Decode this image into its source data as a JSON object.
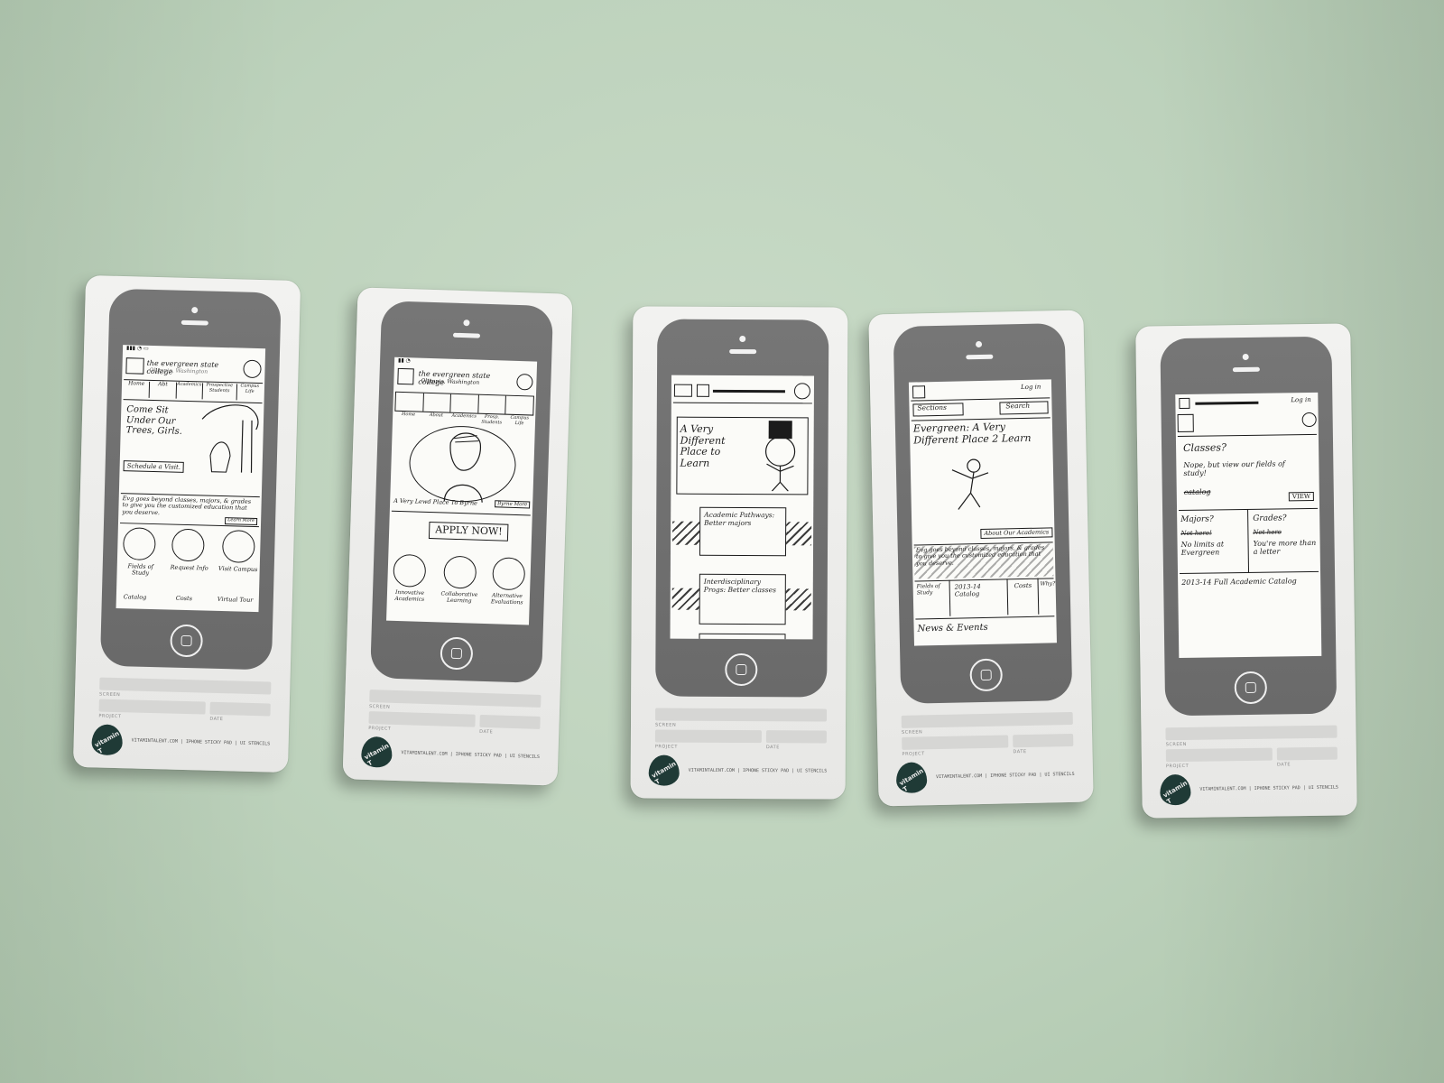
{
  "pads": {
    "footer_text": "VITAMINTALENT.COM  |  IPHONE STICKY PAD  |  UI STENCILS",
    "logo_text": "vitamin T",
    "screen_label": "SCREEN",
    "project_label": "PROJECT",
    "date_label": "DATE"
  },
  "sketch1": {
    "header_title": "the evergreen state college",
    "header_sub": "Olympia, Washington",
    "nav": [
      "Home",
      "Abt",
      "Academics",
      "Prospective Students",
      "Campus Life"
    ],
    "hero_text": "Come Sit Under Our Trees, Girls.",
    "hero_button": "Schedule a Visit.",
    "blurb": "Evg goes beyond classes, majors, & grades to give you the customized education that you deserve.",
    "blurb_link": "Learn More",
    "icons": [
      "Fields of Study",
      "Request Info",
      "Visit Campus"
    ],
    "bottom": [
      "Catalog",
      "Costs",
      "Virtual Tour"
    ]
  },
  "sketch2": {
    "header_title": "the evergreen state college",
    "header_sub": "Olympia, Washington",
    "nav": [
      "Home",
      "About",
      "Academics",
      "Prosp. Students",
      "Campus Life"
    ],
    "caption": "A Very Lewd Place To Byrne",
    "caption_link": "Byrne More",
    "apply": "APPLY NOW!",
    "icons": [
      "Innovative Academics",
      "Collaborative Learning",
      "Alternative Evaluations"
    ]
  },
  "sketch3": {
    "hero": "A Very Different Place to Learn",
    "card1": "Academic Pathways: Better majors",
    "card2": "Interdisciplinary Progs: Better classes"
  },
  "sketch4": {
    "login": "Log in",
    "sections": "Sections",
    "search": "Search",
    "title": "Evergreen: A Very Different Place 2 Learn",
    "about": "About Our Academics",
    "blurb": "Evg goes beyond classes, majors, & grades to give you the customized education that you deserve.",
    "grid": [
      "Fields of Study",
      "2013-14 Catalog",
      "Costs",
      "Why?"
    ],
    "news": "News & Events"
  },
  "sketch5": {
    "login": "Log in",
    "q1": "Classes?",
    "a1": "Nope, but view our fields of study!",
    "a1_struck": "catalog",
    "view_button": "VIEW",
    "majors_q": "Majors?",
    "majors_struck": "Not here!",
    "majors_a": "No limits at Evergreen",
    "grades_q": "Grades?",
    "grades_struck": "Not here",
    "grades_a": "You're more than a letter",
    "catalog": "2013-14 Full Academic Catalog"
  }
}
